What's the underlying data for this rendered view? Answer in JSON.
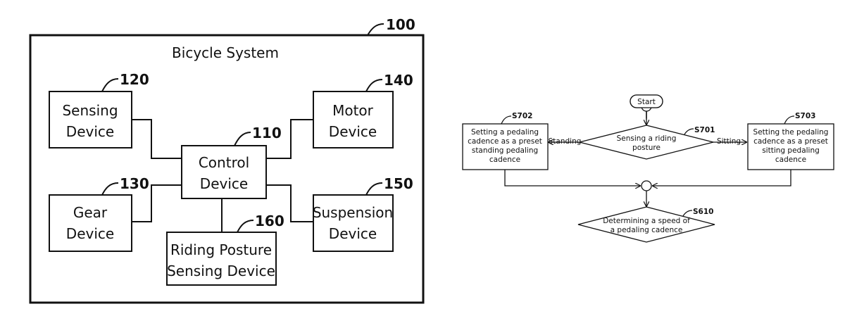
{
  "block_diagram": {
    "system_ref": "100",
    "system_title": "Bicycle System",
    "sensing": {
      "ref": "120",
      "line1": "Sensing",
      "line2": "Device"
    },
    "gear": {
      "ref": "130",
      "line1": "Gear",
      "line2": "Device"
    },
    "control": {
      "ref": "110",
      "line1": "Control",
      "line2": "Device"
    },
    "motor": {
      "ref": "140",
      "line1": "Motor",
      "line2": "Device"
    },
    "suspension": {
      "ref": "150",
      "line1": "Suspension",
      "line2": "Device"
    },
    "posture": {
      "ref": "160",
      "line1": "Riding Posture",
      "line2": "Sensing Device"
    }
  },
  "flowchart": {
    "start_label": "Start",
    "s701": {
      "ref": "S701",
      "line1": "Sensing a riding",
      "line2": "posture"
    },
    "s702": {
      "ref": "S702",
      "lines": [
        "Setting a pedaling",
        "cadence as a preset",
        "standing pedaling",
        "cadence"
      ]
    },
    "s703": {
      "ref": "S703",
      "lines": [
        "Setting the pedaling",
        "cadence as a preset",
        "sitting pedaling",
        "cadence"
      ]
    },
    "s610": {
      "ref": "S610",
      "line1": "Determining a speed of",
      "line2": "a pedaling cadence"
    },
    "branch_left": "Standing",
    "branch_right": "Sitting"
  }
}
